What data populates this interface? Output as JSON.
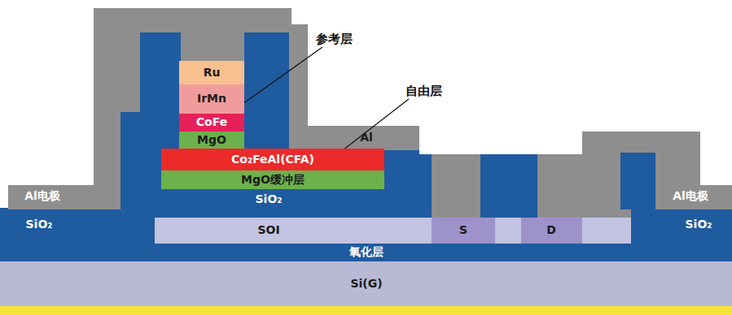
{
  "diagram": {
    "nodes": [
      {
        "text": [
          "Ru"
        ]
      },
      {
        "text": [
          "IrMn"
        ]
      },
      {
        "text": [
          "CoFe"
        ]
      },
      {
        "text": [
          "MgO"
        ]
      },
      {
        "text": [
          "Al"
        ]
      },
      {
        "text": [
          "Co₂FeAl(CFA)"
        ]
      },
      {
        "text": [
          "Al电极"
        ]
      },
      {
        "text": [
          "MgO缓冲层"
        ]
      },
      {
        "text": [
          "Al电极"
        ]
      },
      {
        "text": [
          "SiO₂"
        ]
      },
      {
        "text": [
          "SiO₂"
        ]
      },
      {
        "text": [
          "SOI"
        ]
      },
      {
        "text": [
          "S"
        ],
        "in": 11
      },
      {
        "text": [
          "D"
        ],
        "in": 11
      },
      {
        "text": [
          "SiO₂"
        ]
      },
      {
        "text": [
          "氧化层"
        ]
      },
      {
        "text": [
          "Si(G)"
        ]
      }
    ],
    "labels": [
      "参考层",
      "自由层"
    ]
  }
}
